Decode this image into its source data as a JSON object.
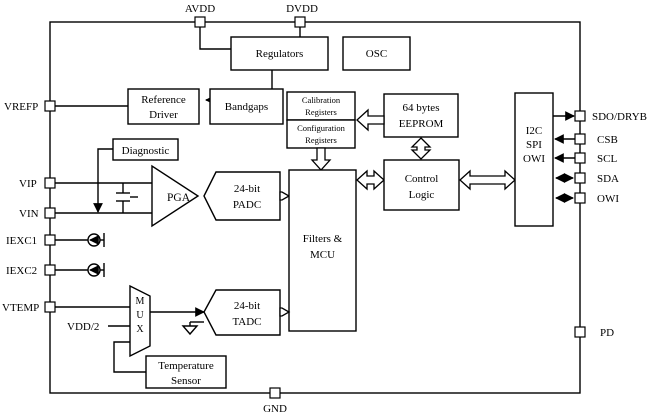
{
  "pins": {
    "avdd": "AVDD",
    "dvdd": "DVDD",
    "vrefp": "VREFP",
    "vip": "VIP",
    "vin": "VIN",
    "iexc1": "IEXC1",
    "iexc2": "IEXC2",
    "vtemp": "VTEMP",
    "vdd2": "VDD/2",
    "gnd": "GND",
    "sdo": "SDO/DRYB",
    "csb": "CSB",
    "scl": "SCL",
    "sda": "SDA",
    "owi": "OWI",
    "pd": "PD"
  },
  "blocks": {
    "regulators": "Regulators",
    "osc": "OSC",
    "bandgaps": "Bandgaps",
    "ref_driver": [
      "Reference",
      "Driver"
    ],
    "calib_reg": [
      "Calibration",
      "Registers"
    ],
    "config_reg": [
      "Configuration",
      "Registers"
    ],
    "eeprom": [
      "64 bytes",
      "EEPROM"
    ],
    "diagnostic": "Diagnostic",
    "pga": "PGA",
    "padc": [
      "24-bit",
      "PADC"
    ],
    "filters_mcu": [
      "Filters &",
      "MCU"
    ],
    "control_logic": [
      "Control",
      "Logic"
    ],
    "interface": [
      "I2C",
      "SPI",
      "OWI"
    ],
    "mux": [
      "M",
      "U",
      "X"
    ],
    "tadc": [
      "24-bit",
      "TADC"
    ],
    "temp_sensor": [
      "Temperature",
      "Sensor"
    ]
  }
}
